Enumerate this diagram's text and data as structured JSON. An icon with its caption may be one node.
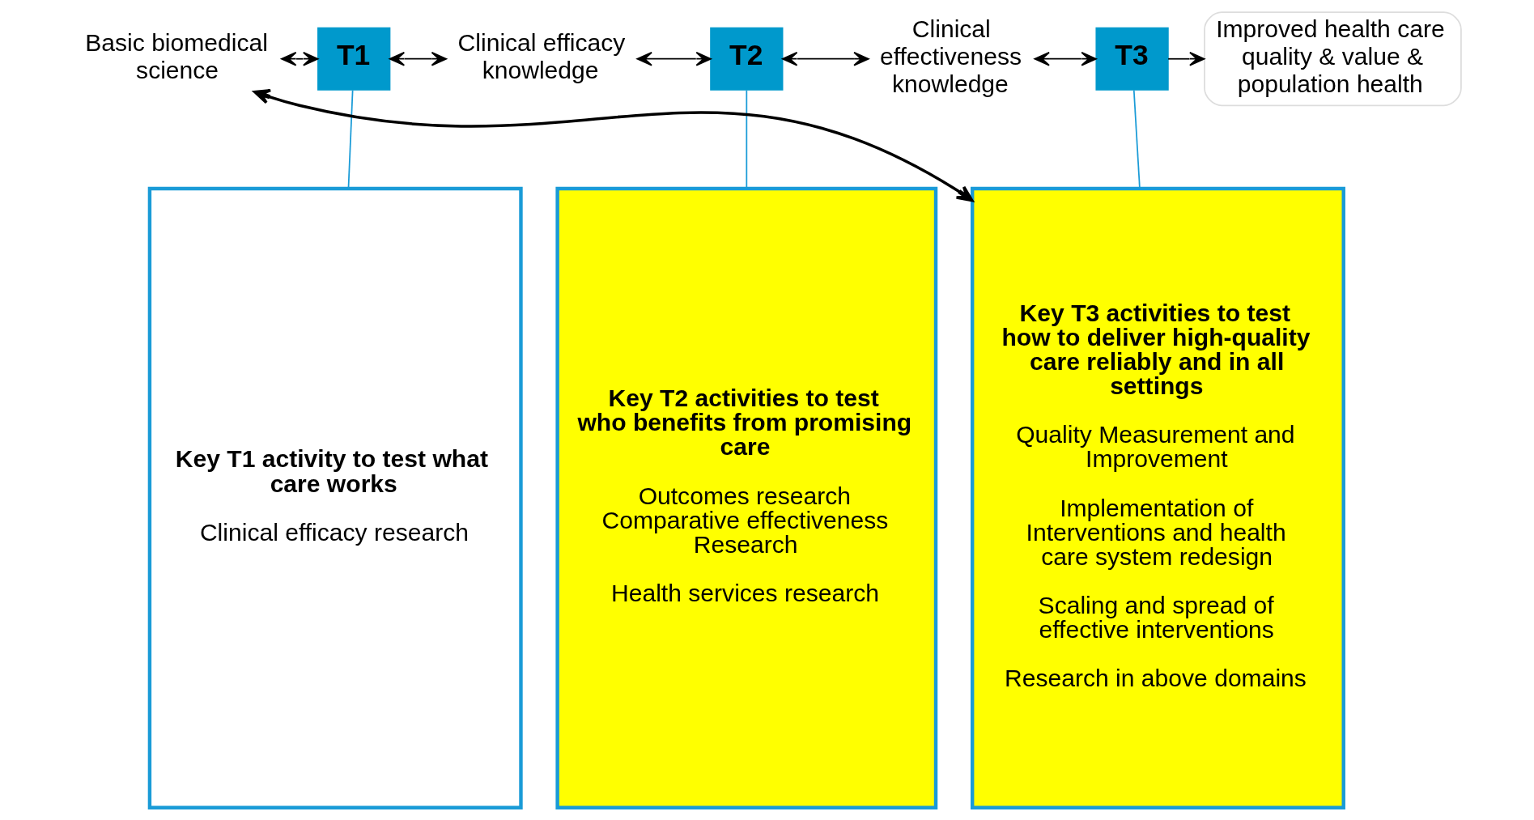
{
  "diagram": {
    "nodes": [
      {
        "text": [
          "Basic biomedical science"
        ]
      },
      {
        "text": [
          "T1"
        ]
      },
      {
        "text": [
          "Clinical efficacy knowledge"
        ]
      },
      {
        "text": [
          "T2"
        ]
      },
      {
        "text": [
          "Clinical effectiveness knowledge"
        ]
      },
      {
        "text": [
          "T3"
        ]
      },
      {
        "text": [
          "Improved health care quality & value & population health"
        ]
      },
      {
        "text": [
          "Key T1 activity to test what care works",
          "Clinical efficacy research"
        ]
      },
      {
        "text": [
          "Key T2 activities to test who benefits from promising care",
          "Outcomes research Comparative effectiveness Research",
          "Health services research"
        ]
      },
      {
        "text": [
          "Key T3 activities to test how to deliver high-quality care reliably and in all settings",
          "Quality Measurement and Improvement",
          "Implementation of Interventions and health care system redesign",
          "Scaling and spread of effective interventions",
          "Research in above domains"
        ]
      }
    ],
    "edges": [
      {
        "from": 0,
        "to": 1,
        "arrow": "both"
      },
      {
        "from": 1,
        "to": 2,
        "arrow": "both"
      },
      {
        "from": 2,
        "to": 3,
        "arrow": "both"
      },
      {
        "from": 3,
        "to": 4,
        "arrow": "both"
      },
      {
        "from": 4,
        "to": 5,
        "arrow": "both"
      },
      {
        "from": 5,
        "to": 6,
        "arrow": "to"
      },
      {
        "from": 1,
        "to": 7,
        "arrow": "none",
        "color": "#1a9bd7"
      },
      {
        "from": 3,
        "to": 8,
        "arrow": "none",
        "color": "#1a9bd7"
      },
      {
        "from": 5,
        "to": 9,
        "arrow": "none",
        "color": "#1a9bd7"
      },
      {
        "from": 9,
        "to": 0,
        "arrow": "both"
      }
    ]
  }
}
